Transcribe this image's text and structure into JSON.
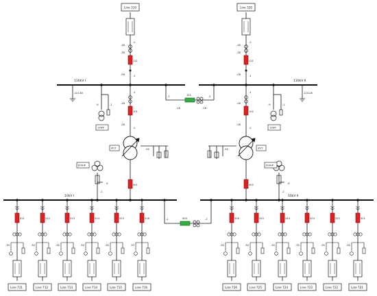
{
  "colors": {
    "breaker": "#e01f1f",
    "bus_tie": "#2fae3f",
    "line": "#111111"
  },
  "top": {
    "left": {
      "line": "Line 310",
      "breaker": "111",
      "d1": "-2",
      "d2": "-1",
      "e1": "-18",
      "e2": "-38",
      "e3": "-58"
    },
    "right": {
      "line": "Line 320",
      "breaker": "121",
      "d1": "-2",
      "d2": "-1",
      "e1": "-18",
      "e2": "-38",
      "e3": "-58"
    }
  },
  "bus110": {
    "left": {
      "name": "110kV I",
      "ground": "110-38"
    },
    "right": {
      "name": "110kV II",
      "ground": "110-28"
    },
    "tie": {
      "breaker": "101",
      "d1": "-1",
      "d2": "-2",
      "e1": "-18",
      "e2": "-28"
    }
  },
  "vt110": {
    "left": {
      "label": "1VHP",
      "d": "-9",
      "e": "-1"
    },
    "right": {
      "label": "1VHP",
      "d": "-9",
      "e": "-1"
    }
  },
  "transformers": {
    "left": {
      "name": "#1T",
      "hv_breaker": "101",
      "lv_breaker": "501",
      "d1": "-1",
      "d2": "-2",
      "e1": "-18",
      "e2": "-28",
      "neutral": "-90"
    },
    "right": {
      "name": "#2T",
      "hv_breaker": "102",
      "lv_breaker": "502",
      "d1": "-1",
      "d2": "-2",
      "e1": "-18",
      "e2": "-28",
      "neutral": "-90"
    }
  },
  "vt10": {
    "left": {
      "label": "10VHP",
      "d": "-9",
      "e": "-1"
    },
    "right": {
      "label": "10VHP",
      "d": "-9",
      "e": "-1"
    }
  },
  "bus10": {
    "left": {
      "name": "10kV I"
    },
    "right": {
      "name": "10kV II"
    },
    "tie": {
      "breaker": "500",
      "d1": "-1",
      "d2": "-2"
    }
  },
  "feeders": {
    "left": [
      {
        "breaker": "511",
        "line": "Line 711"
      },
      {
        "breaker": "512",
        "line": "Line 712"
      },
      {
        "breaker": "513",
        "line": "Line 713"
      },
      {
        "breaker": "514",
        "line": "Line 714"
      },
      {
        "breaker": "515",
        "line": "Line 715"
      },
      {
        "breaker": "516",
        "line": "Line 716"
      }
    ],
    "right": [
      {
        "breaker": "526",
        "line": "Line 726"
      },
      {
        "breaker": "525",
        "line": "Line 725"
      },
      {
        "breaker": "524",
        "line": "Line 724"
      },
      {
        "breaker": "523",
        "line": "Line 723"
      },
      {
        "breaker": "522",
        "line": "Line 722"
      },
      {
        "breaker": "521",
        "line": "Line 721"
      }
    ],
    "labels": {
      "d": "-1",
      "e": "-2",
      "gnd": "-30",
      "cap": "-5"
    }
  }
}
